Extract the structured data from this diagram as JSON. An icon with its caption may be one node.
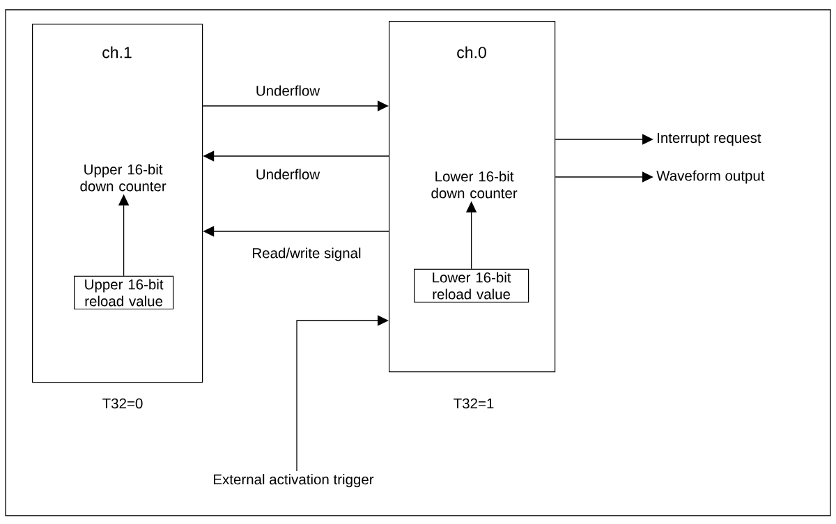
{
  "diagram": {
    "nodes": [
      {
        "text": [
          "ch.1"
        ],
        "beside": [
          "T32=0"
        ]
      },
      {
        "text": [
          "Upper 16-bit down counter"
        ],
        "in": 0
      },
      {
        "text": [
          "Upper 16-bit reload value"
        ],
        "in": 0
      },
      {
        "text": [
          "ch.0"
        ],
        "beside": [
          "T32=1"
        ]
      },
      {
        "text": [
          "Lower 16-bit down counter"
        ],
        "in": 3
      },
      {
        "text": [
          "Lower 16-bit reload value"
        ],
        "in": 3
      },
      {
        "text": [
          "Interrupt request"
        ]
      },
      {
        "text": [
          "Waveform output"
        ]
      },
      {
        "text": [
          "External activation trigger"
        ]
      }
    ],
    "edges": [
      {
        "from": 0,
        "to": 3,
        "arrow": "to",
        "label": "Underflow"
      },
      {
        "from": 3,
        "to": 0,
        "arrow": "to",
        "label": "Underflow"
      },
      {
        "from": 3,
        "to": 0,
        "arrow": "to",
        "label": "Read/write signal"
      },
      {
        "from": 2,
        "to": 1,
        "arrow": "to"
      },
      {
        "from": 5,
        "to": 4,
        "arrow": "to"
      },
      {
        "from": 3,
        "to": 6,
        "arrow": "to"
      },
      {
        "from": 3,
        "to": 7,
        "arrow": "to"
      },
      {
        "from": 8,
        "to": 3,
        "arrow": "to"
      }
    ]
  }
}
